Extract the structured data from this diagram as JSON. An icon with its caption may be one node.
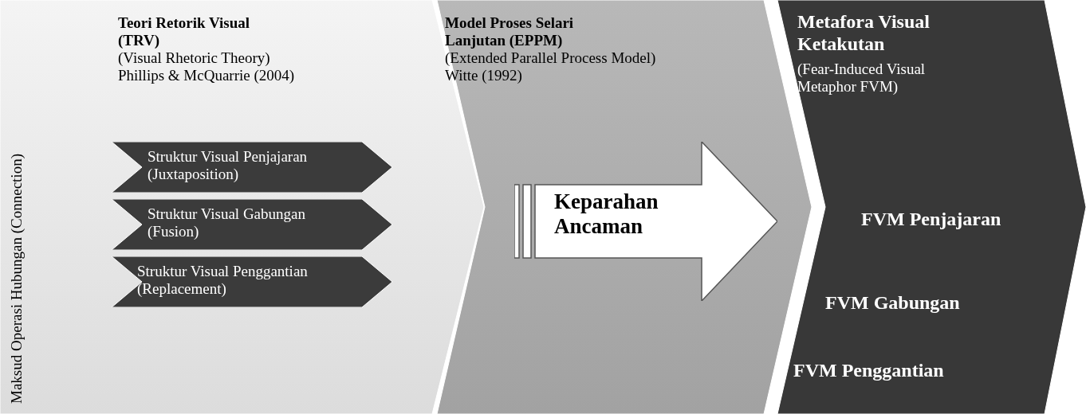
{
  "diagram": {
    "nodes": [
      {
        "text": [
          "Teori Retorik Visual (TRV)",
          "(Visual Rhetoric Theory) Phillips & McQuarrie (2004)",
          "Maksud Operasi Hubungan (Connection)"
        ]
      },
      {
        "text": [
          "Struktur Visual Penjajaran (Juxtaposition)"
        ],
        "in": 0
      },
      {
        "text": [
          "Struktur Visual Gabungan (Fusion)"
        ],
        "in": 0
      },
      {
        "text": [
          "Struktur Visual Penggantian (Replacement)"
        ],
        "in": 0
      },
      {
        "text": [
          "Model Proses Selari Lanjutan (EPPM)",
          "(Extended Parallel Process Model) Witte (1992)"
        ]
      },
      {
        "text": [
          "Keparahan Ancaman"
        ],
        "in": 4
      },
      {
        "text": [
          "Metafora Visual Ketakutan",
          "(Fear-Induced Visual Metaphor FVM)",
          "FVM Penjajaran",
          "FVM Gabungan",
          "FVM Penggantian"
        ]
      }
    ]
  }
}
